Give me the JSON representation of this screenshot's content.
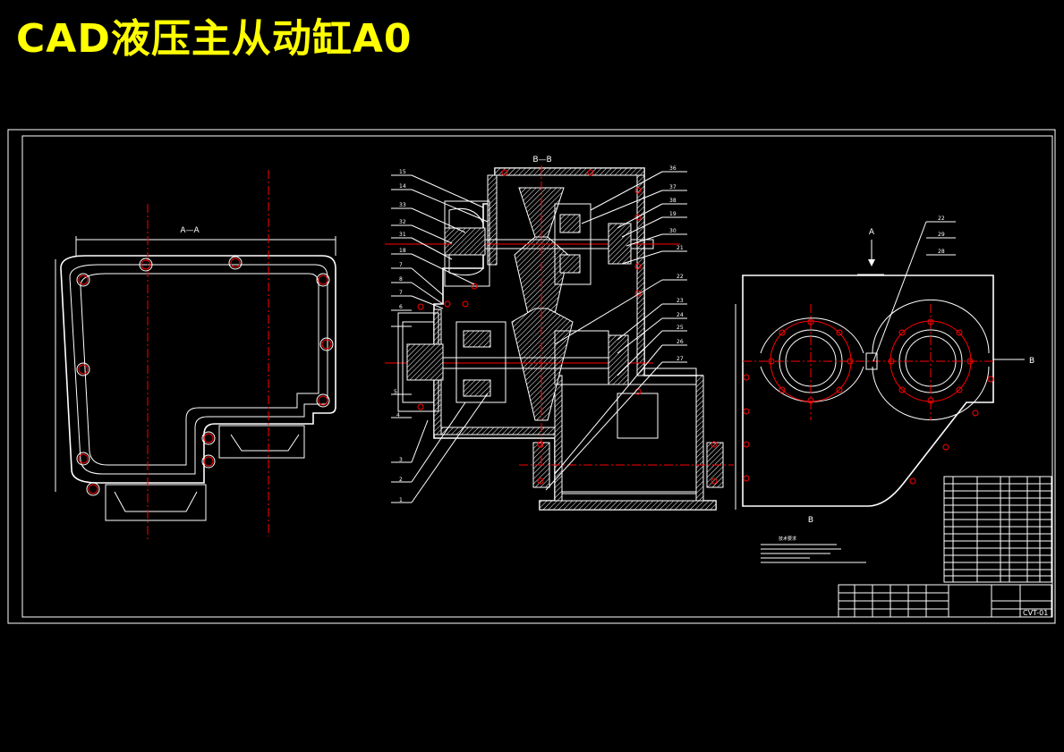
{
  "title": "CAD液压主从动缸A0",
  "views": {
    "section_aa": "A—A",
    "section_bb": "B—B",
    "arrow_a": "A",
    "arrow_b": "B"
  },
  "part_numbers_left": [
    "15",
    "14",
    "33",
    "32",
    "31",
    "18",
    "7",
    "8",
    "7",
    "6",
    "5",
    "4",
    "3",
    "2",
    "1"
  ],
  "part_numbers_right": [
    "36",
    "37",
    "38",
    "19",
    "30",
    "21",
    "22",
    "23",
    "24",
    "25",
    "26",
    "27"
  ],
  "side_labels": [
    "22",
    "29",
    "28"
  ],
  "notes_heading": "技术要求",
  "title_block": {
    "drawing_no": "CVT-01"
  }
}
